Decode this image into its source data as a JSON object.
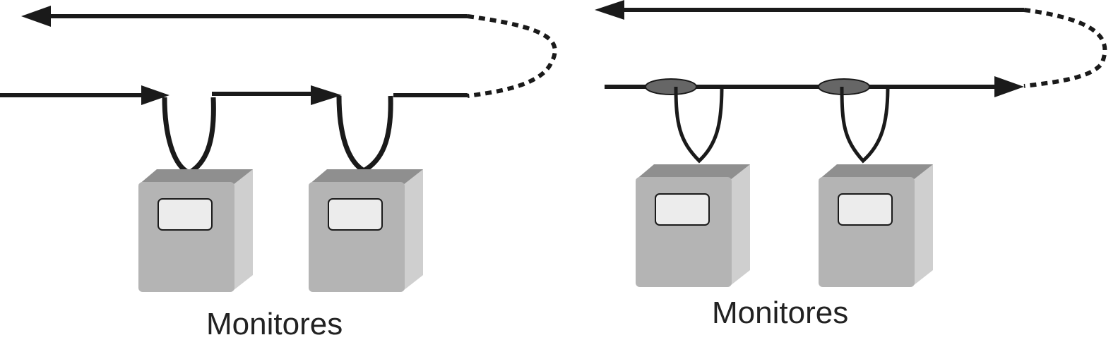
{
  "diagrams": [
    {
      "id": "series-monitoring",
      "caption": "Monitores",
      "monitor_count": 2
    },
    {
      "id": "parallel-monitoring",
      "caption": "Monitores",
      "monitor_count": 2
    }
  ],
  "colors": {
    "line": "#1a1a1a",
    "monitor_front": "#b4b4b4",
    "monitor_side": "#cfcfcf",
    "monitor_top": "#8f8f8f",
    "screen": "#ececec",
    "tap": "#666666"
  }
}
